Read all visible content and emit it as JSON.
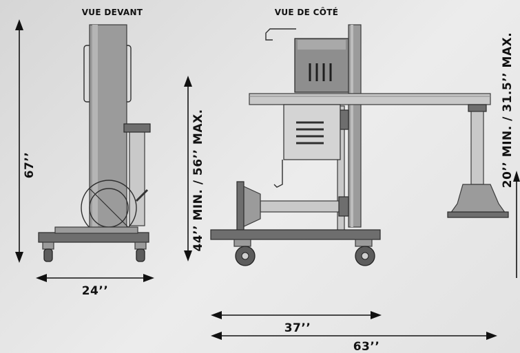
{
  "views": {
    "front_title": "VUE DEVANT",
    "side_title": "VUE DE CÔTÉ"
  },
  "dimensions": {
    "total_height": "67’’",
    "width": "24’’",
    "side_height_range": "44’’ MIN. / 56’’ MAX.",
    "base_depth": "37’’",
    "total_depth": "63’’",
    "arm_height_range": "20’’ MIN. / 31.5’’ MAX."
  },
  "colors": {
    "background": "#e4e4e4",
    "ink": "#111111",
    "metal": "#9b9b9b"
  }
}
